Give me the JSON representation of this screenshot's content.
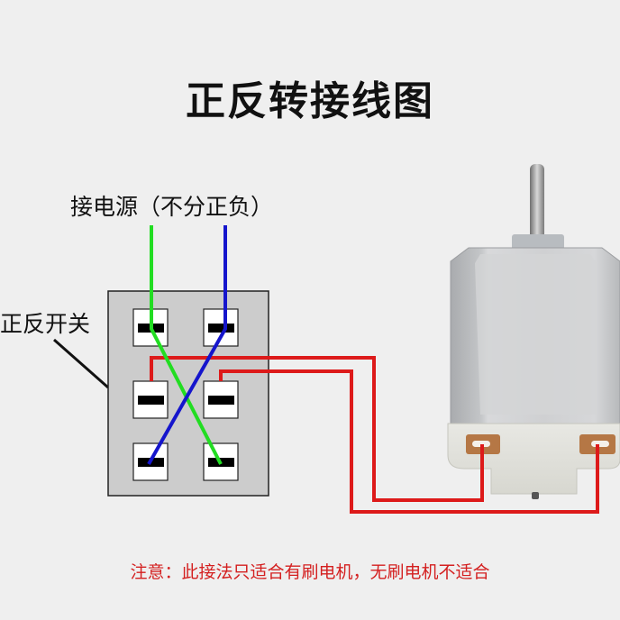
{
  "title": "正反转接线图",
  "labels": {
    "power": "接电源（不分正负）",
    "switch": "正反开关"
  },
  "note": "注意：此接法只适合有刷电机，无刷电机不适合",
  "switch": {
    "rows": 3,
    "cols": 2,
    "terminals": [
      {
        "id": "top-left",
        "connected_to": "green-wire"
      },
      {
        "id": "top-right",
        "connected_to": "blue-wire"
      },
      {
        "id": "middle-left",
        "connected_to": "red-wire-1"
      },
      {
        "id": "middle-right",
        "connected_to": "red-wire-2"
      },
      {
        "id": "bottom-left",
        "connected_to": "blue-wire"
      },
      {
        "id": "bottom-right",
        "connected_to": "green-wire"
      }
    ]
  },
  "wires": [
    {
      "name": "green-wire",
      "color": "#22dd22",
      "role": "power"
    },
    {
      "name": "blue-wire",
      "color": "#1515cc",
      "role": "power"
    },
    {
      "name": "red-wire-1",
      "color": "#dd1a1a",
      "role": "motor-left-terminal"
    },
    {
      "name": "red-wire-2",
      "color": "#dd1a1a",
      "role": "motor-right-terminal"
    }
  ],
  "colors": {
    "background": "#efefef",
    "switch_body": "#cccccc",
    "note_text": "#d42020"
  }
}
